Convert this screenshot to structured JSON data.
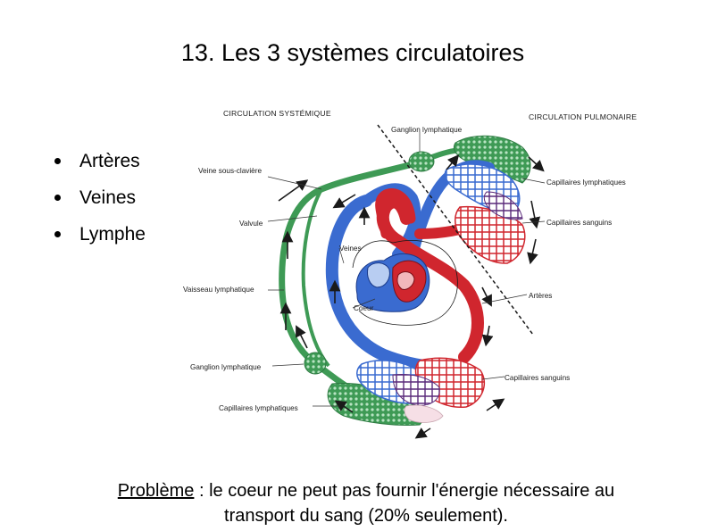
{
  "title": "13. Les 3 systèmes circulatoires",
  "bullets": [
    "Artères",
    "Veines",
    "Lymphe"
  ],
  "diagram": {
    "labels": {
      "circulation_systemique": "CIRCULATION SYSTÉMIQUE",
      "circulation_pulmonaire": "CIRCULATION PULMONAIRE",
      "ganglion_top": "Ganglion lymphatique",
      "veine_sous_claviere": "Veine sous-clavière",
      "capillaires_lymph_top": "Capillaires lymphatiques",
      "valvule": "Valvule",
      "capillaires_sanguins_top": "Capillaires sanguins",
      "veines": "Veines",
      "vaisseau_lymphatique": "Vaisseau lymphatique",
      "arteres": "Artères",
      "coeur": "Coeur",
      "ganglion_bottom": "Ganglion lymphatique",
      "capillaires_sanguins_bottom": "Capillaires sanguins",
      "capillaires_lymph_bottom": "Capillaires lymphatiques"
    },
    "colors": {
      "vein": "#3a6bd0",
      "artery": "#d0262e",
      "lymph": "#3e9a55",
      "lymph_node": "#8ccf9c",
      "capillary": "#5a2a7a",
      "arrow": "#1a1a1a"
    }
  },
  "problem": {
    "label": "Problème",
    "text_line1_rest": " : le coeur ne peut pas fournir l'énergie nécessaire au",
    "text_line2": "transport du sang (20% seulement)."
  }
}
